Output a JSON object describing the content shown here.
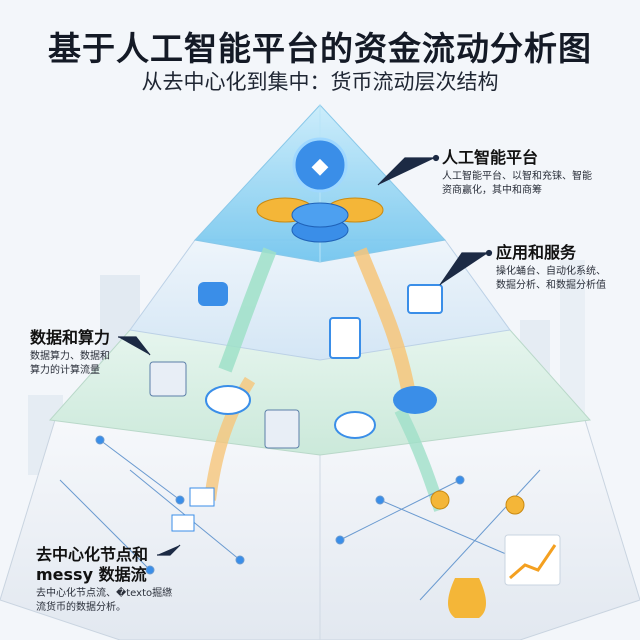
{
  "header": {
    "title": "基于人工智能平台的资金流动分析图",
    "subtitle": "从去中心化到集中：货币流动层次结构"
  },
  "layers": [
    {
      "title": "人工智能平台",
      "desc_lines": [
        "人工智能平台、以智和充铼、智能",
        "资商赢化，其中和商筹"
      ]
    },
    {
      "title": "应用和服务",
      "desc_lines": [
        "操化蛹台、自动化系统、",
        "数掘分析、和数掘分析值"
      ]
    },
    {
      "title": "数据和算力",
      "desc_lines": [
        "数据算力、数据和",
        "算力的计算流量"
      ]
    },
    {
      "title_lines": [
        "去中心化节点和",
        "messy 数据流"
      ],
      "desc_lines": [
        "去中心化节点流、�texto掘繺",
        "流货币的数据分析。"
      ]
    }
  ],
  "colors": {
    "glass": "#8fd0f0",
    "apps": "#e3eef8",
    "data": "#dcefe6",
    "base": "#eef2f7",
    "coin_gold": "#f4b638",
    "coin_blue": "#3a8ee8",
    "flow_green": "#9fe0c8",
    "flow_orange": "#f6c67a"
  }
}
